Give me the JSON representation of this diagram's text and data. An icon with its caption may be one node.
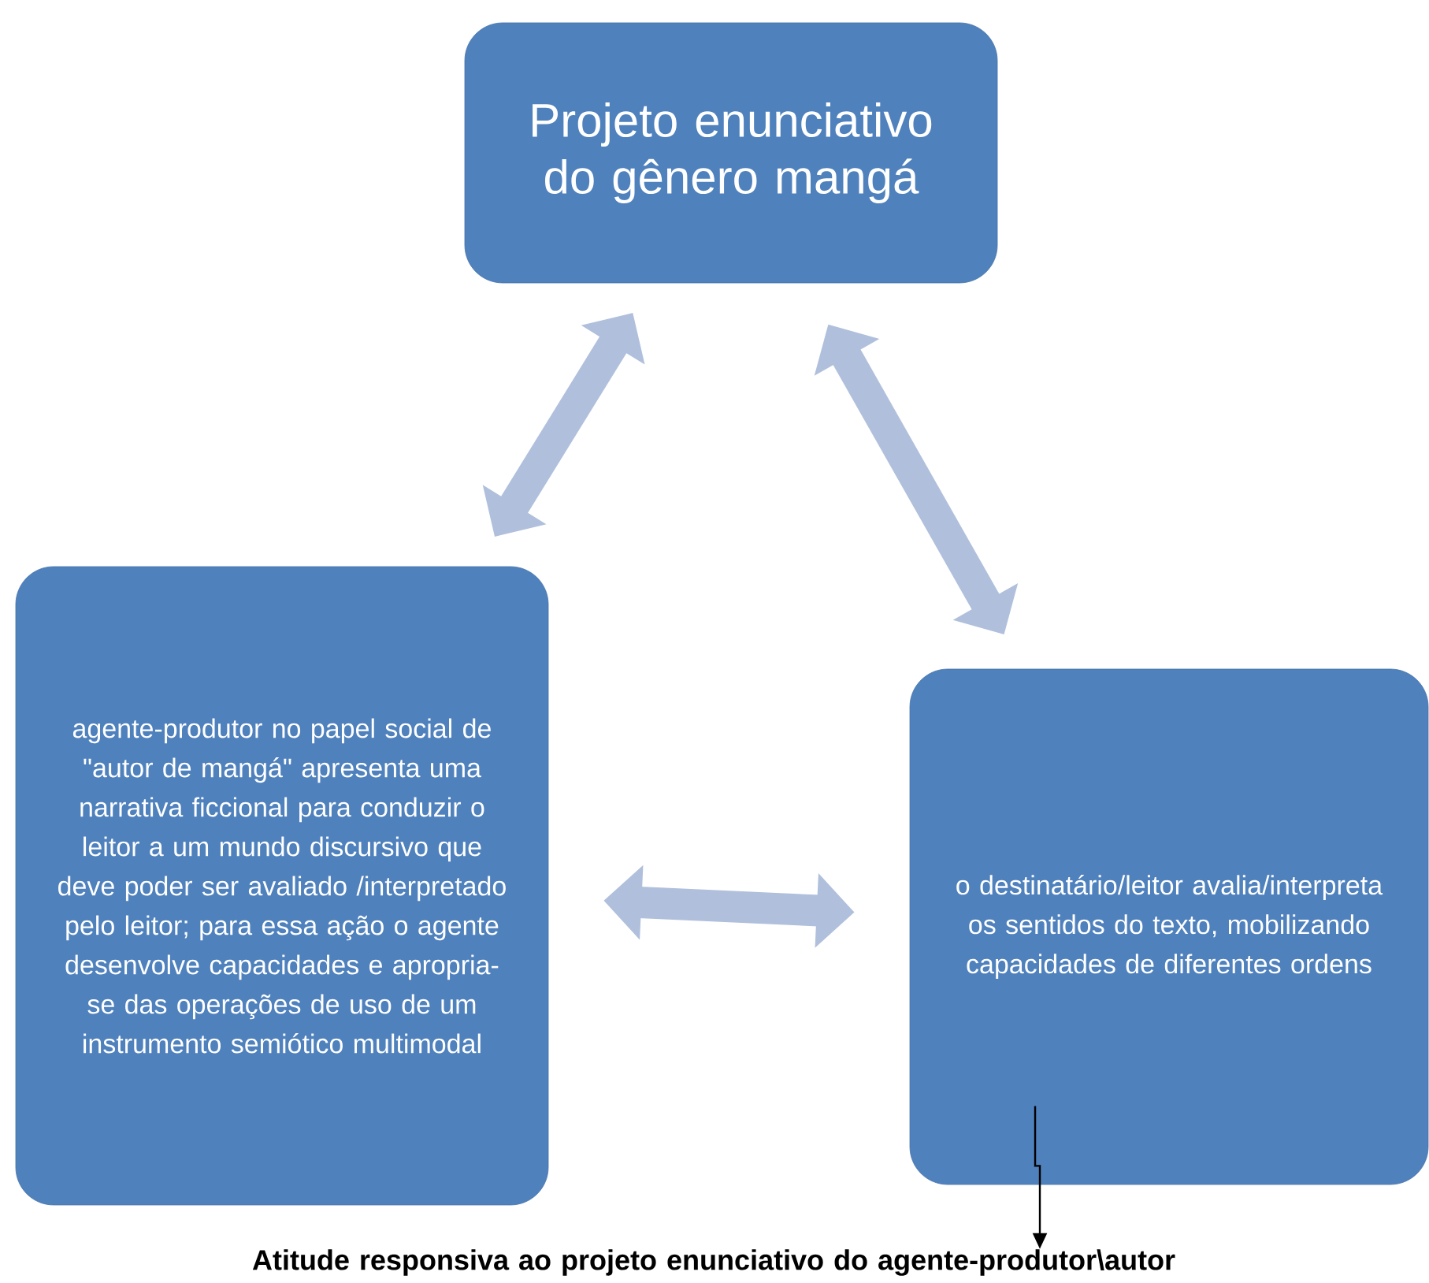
{
  "diagram": {
    "nodes": [
      {
        "text": [
          "Projeto enunciativo do gênero mangá"
        ]
      },
      {
        "text": [
          "agente-produtor no papel social de \"autor de mangá\" apresenta uma narrativa ficcional para conduzir o leitor a um mundo discursivo que deve poder ser avaliado /interpretado pelo leitor; para essa ação o agente desenvolve capacidades e apropria-se das operações de uso de um instrumento semiótico multimodal"
        ]
      },
      {
        "text": [
          "o destinatário/leitor avalia/interpreta os sentidos do texto, mobilizando capacidades de diferentes ordens"
        ]
      },
      {
        "text": [
          "Atitude responsiva ao projeto enunciativo do agente-produtor\\autor"
        ]
      }
    ],
    "edges": [
      {
        "from": 0,
        "to": 1,
        "arrow": "both"
      },
      {
        "from": 0,
        "to": 2,
        "arrow": "both"
      },
      {
        "from": 1,
        "to": 2,
        "arrow": "both"
      },
      {
        "from": 2,
        "to": 3,
        "arrow": "to",
        "color": "#000000"
      }
    ]
  }
}
